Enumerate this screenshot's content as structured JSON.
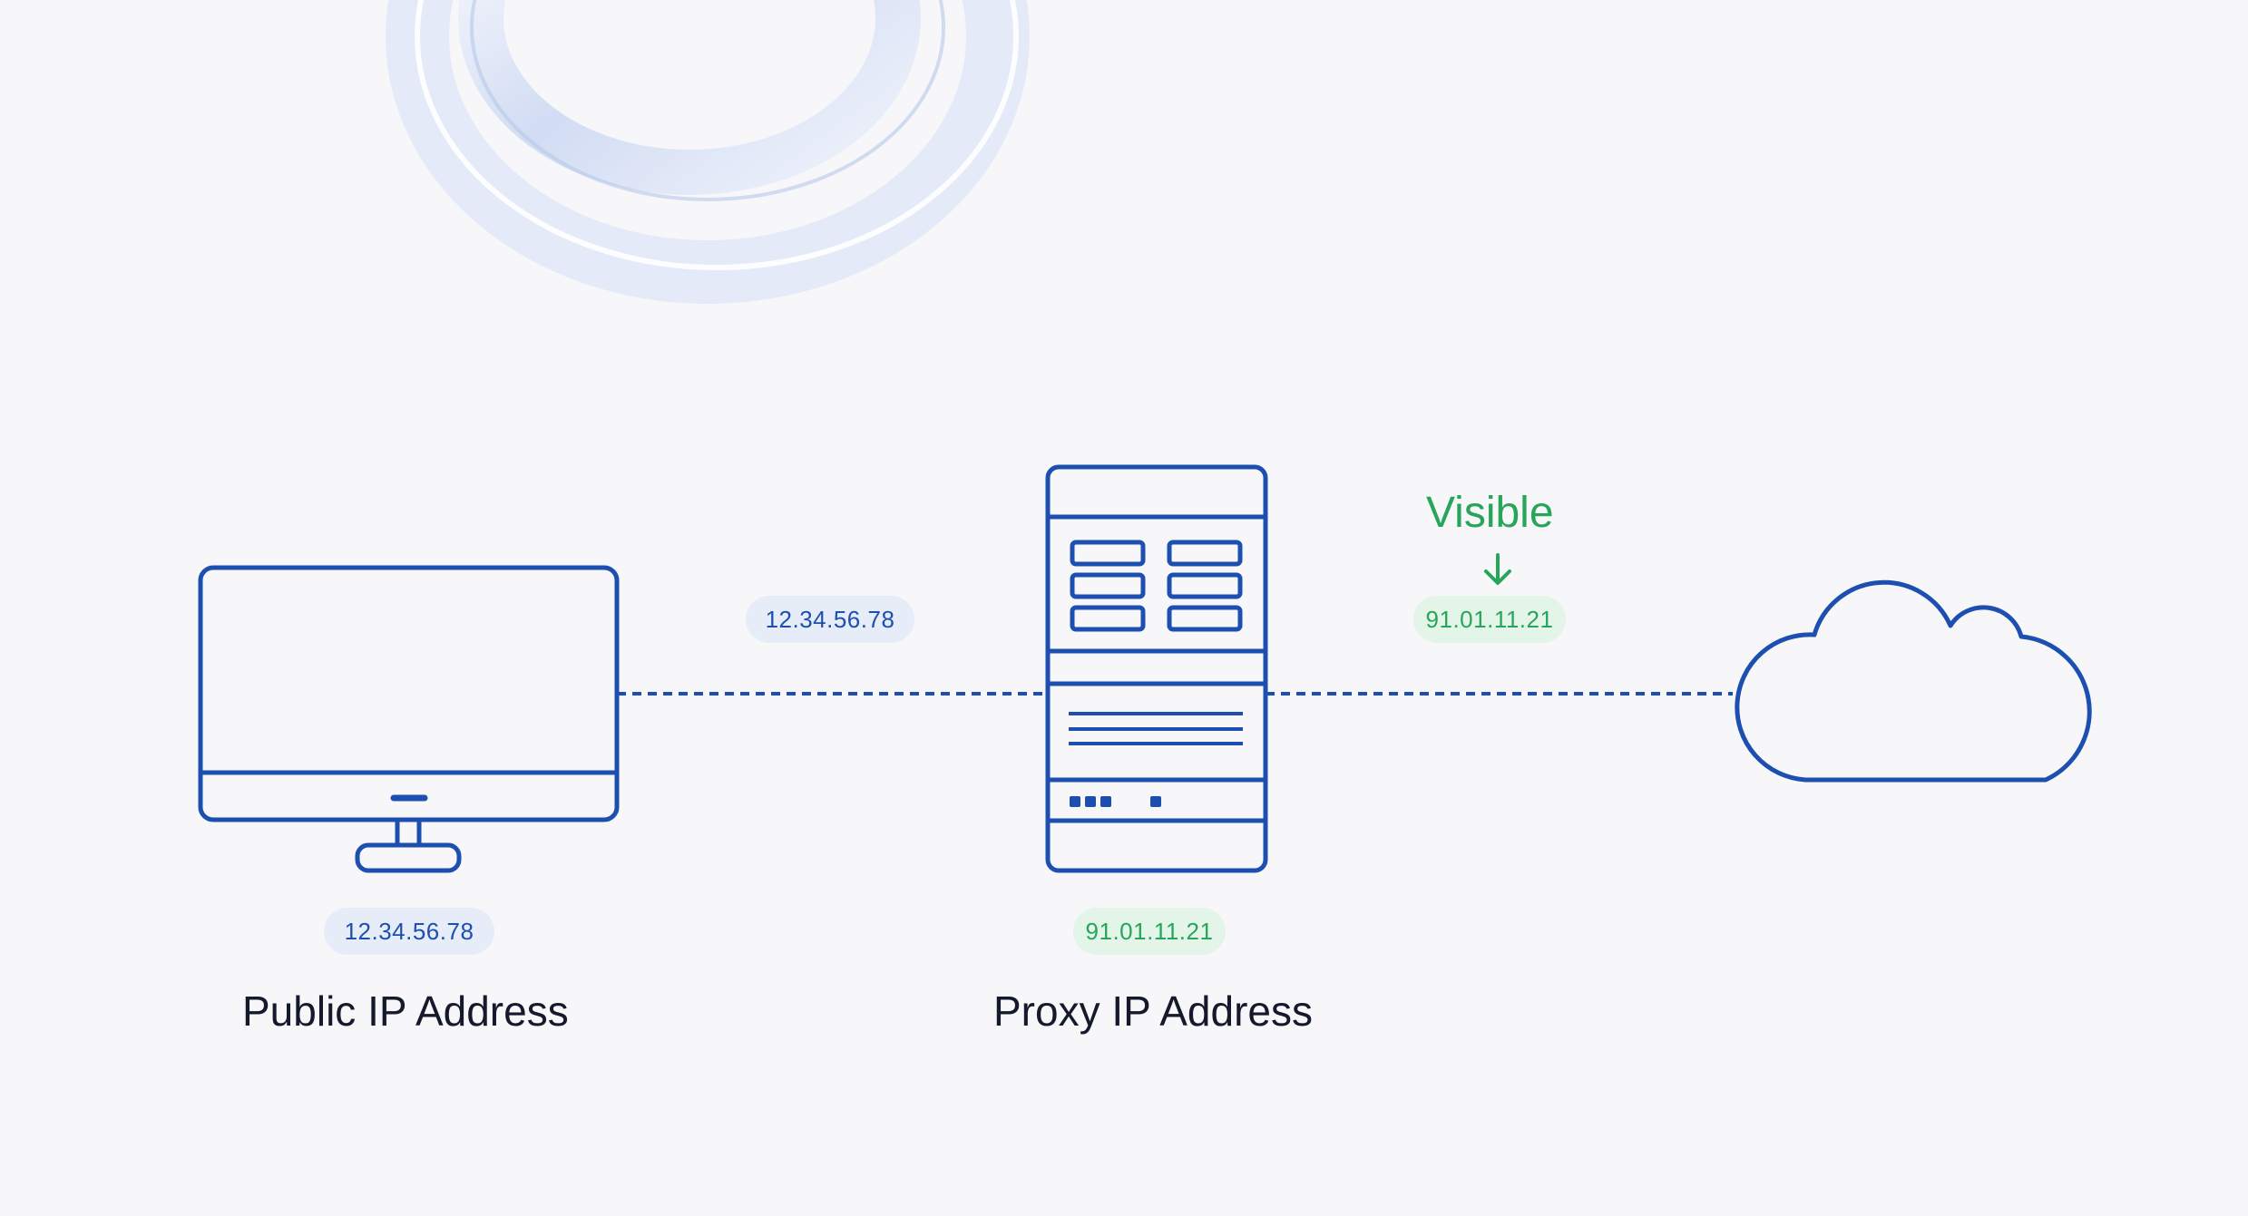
{
  "nodes": {
    "client": {
      "caption": "Public IP Address",
      "ip": "12.34.56.78"
    },
    "proxy": {
      "caption": "Proxy IP Address",
      "ip": "91.01.11.21"
    },
    "internet": {}
  },
  "links": {
    "client_to_proxy_ip": "12.34.56.78",
    "proxy_to_internet_ip": "91.01.11.21"
  },
  "annotation": {
    "visible_label": "Visible"
  },
  "colors": {
    "accent_blue": "#1d4fb0",
    "accent_green": "#27a65a",
    "background": "#f7f7fa"
  },
  "icons": [
    "decorative-ring-icon",
    "monitor-icon",
    "server-icon",
    "cloud-icon",
    "arrow-down-icon"
  ]
}
